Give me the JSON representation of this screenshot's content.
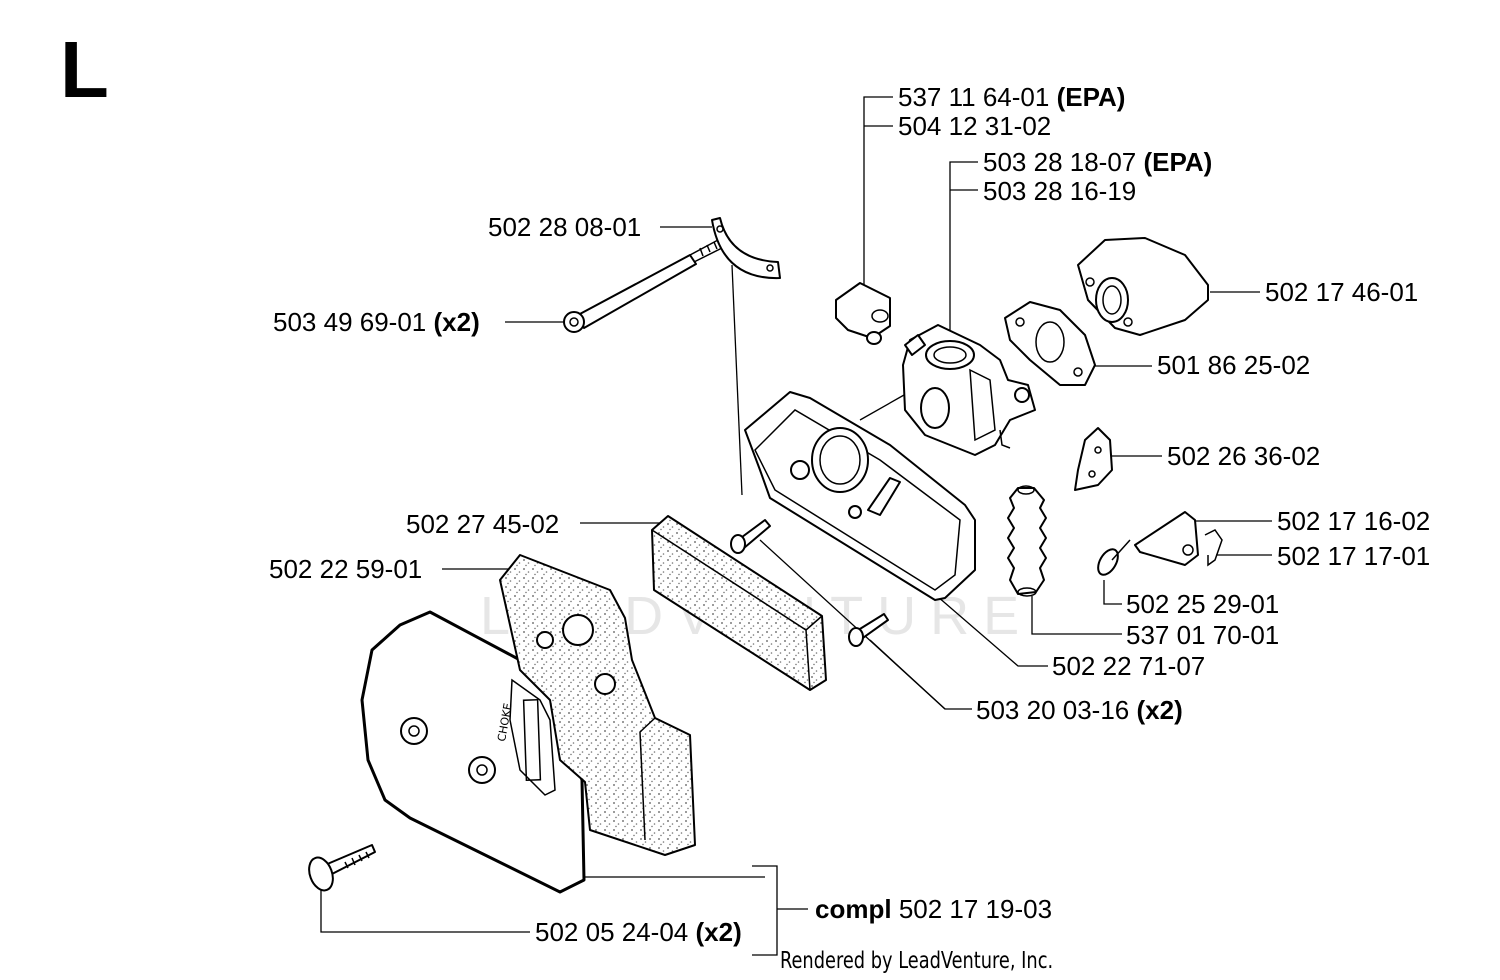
{
  "section": "L",
  "labels": {
    "l1_num": "537 11 64-01",
    "l1_tag": "(EPA)",
    "l2_num": "504 12 31-02",
    "l3_num": "503 28 18-07",
    "l3_tag": "(EPA)",
    "l4_num": "503 28 16-19",
    "l5_num": "502 28 08-01",
    "l6_num": "503 49 69-01",
    "l6_tag": "(x2)",
    "l7_num": "502 17 46-01",
    "l8_num": "501 86 25-02",
    "l9_num": "502 26 36-02",
    "l10_num": "502 17 16-02",
    "l11_num": "502 17 17-01",
    "l12_num": "502 25 29-01",
    "l13_num": "537 01 70-01",
    "l14_num": "502 22 71-07",
    "l15_num": "503 20 03-16",
    "l15_tag": "(x2)",
    "l16_num": "502 27 45-02",
    "l17_num": "502 22 59-01",
    "l18_num": "502 05 24-04",
    "l18_tag": "(x2)",
    "l19_tag": "compl",
    "l19_num": "502 17 19-03"
  },
  "credit": "Rendered by LeadVenture, Inc.",
  "watermark": "LEADVENTURE",
  "choke_text": "CHOKE"
}
